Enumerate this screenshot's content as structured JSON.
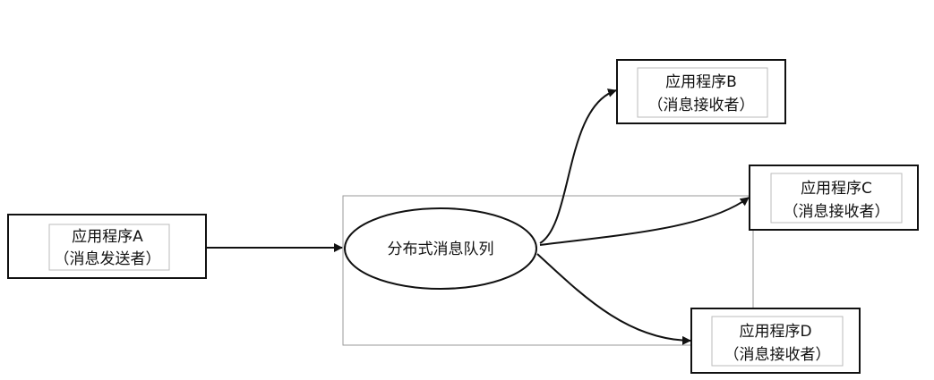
{
  "nodes": {
    "sender_a": {
      "line1": "应用程序A",
      "line2": "（消息发送者）"
    },
    "queue": {
      "label": "分布式消息队列"
    },
    "receiver_b": {
      "line1": "应用程序B",
      "line2": "（消息接收者）"
    },
    "receiver_c": {
      "line1": "应用程序C",
      "line2": "（消息接收者）"
    },
    "receiver_d": {
      "line1": "应用程序D",
      "line2": "（消息接收者）"
    }
  }
}
